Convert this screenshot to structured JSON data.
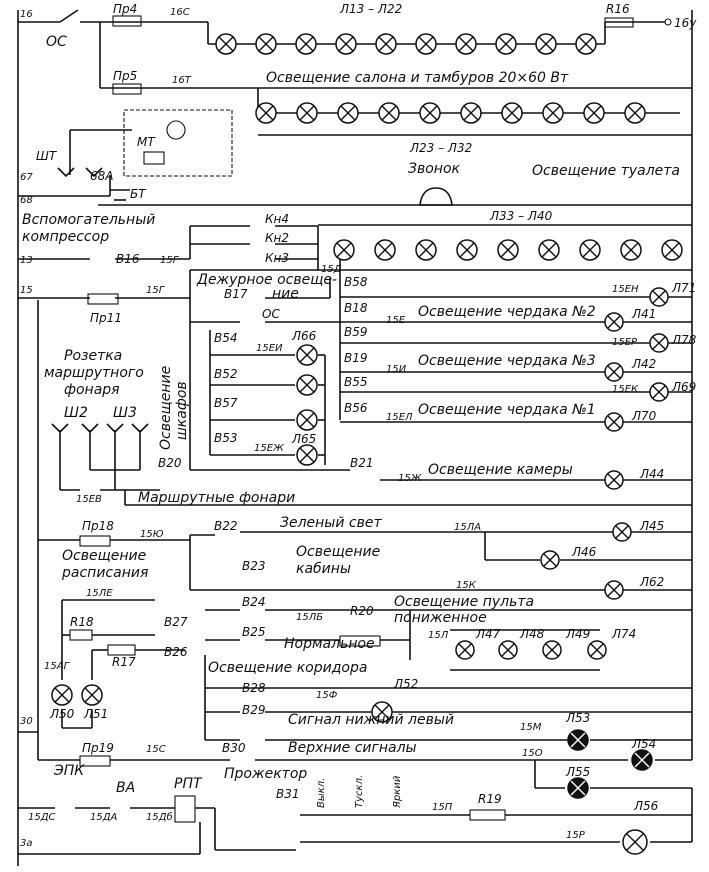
{
  "labels": {
    "t16": "16",
    "t68": "68",
    "t68b": "68",
    "t13": "13",
    "t15": "15",
    "t30": "30",
    "t3a": "3a",
    "oc": "ОС",
    "pr4": "Пр4",
    "pr5": "Пр5",
    "n16c": "16С",
    "n16t": "16Т",
    "r16": "R16",
    "n16u": "16у",
    "l13_l22": "Л13 – Л22",
    "salon": "Освещение салона и тамбуров  20×60 Вт",
    "l23_l32": "Л23 – Л32",
    "zvonok": "Звонок",
    "tualet": "Освещение туалета",
    "sht": "ШТ",
    "n67": "67",
    "n68a": "68А",
    "bt": "БТ",
    "mt": "МТ",
    "vspom1": "Вспомогательный",
    "vspom2": "компрессор",
    "kn4": "Кн4",
    "kn2": "Кн2",
    "kn3": "Кн3",
    "v16": "В16",
    "n15g": "15Г",
    "n15g2": "15Г",
    "l33_l40": "Л33 – Л40",
    "n15d": "15Д",
    "dezh1": "Дежурное освеще-",
    "dezh2": "ние",
    "v17": "В17",
    "pr11": "Пр11",
    "oc2": "ОС",
    "v58": "В58",
    "v18": "В18",
    "v59": "В59",
    "v19": "В19",
    "v55": "В55",
    "v56": "В56",
    "n15en": "15ЕН",
    "l71": "Л71",
    "n15e": "15Е",
    "cherd2": "Освещение чердака №2",
    "l41": "Л41",
    "n15er": "15ЕР",
    "l78": "Л78",
    "n15i": "15И",
    "cherd3": "Освещение чердака №3",
    "l42": "Л42",
    "n15ek": "15ЕК",
    "l69": "Л69",
    "n15el": "15ЕЛ",
    "cherd1": "Освещение чердака №1",
    "l70": "Л70",
    "roz1": "Розетка",
    "roz2": "маршрутного",
    "roz3": "фонаря",
    "sh2": "Ш2",
    "sh3": "Ш3",
    "shkaf1": "Освещение",
    "shkaf2": "шкафов",
    "v54": "В54",
    "n15ei": "15ЕИ",
    "l66": "Л66",
    "v52": "В52",
    "v57": "В57",
    "v53": "В53",
    "n15ezh": "15ЕЖ",
    "l65": "Л65",
    "v20": "В20",
    "v21": "В21",
    "n15zh": "15Ж",
    "kamera": "Освещение камеры",
    "l44": "Л44",
    "n15ev": "15ЕВ",
    "marsh": "Маршрутные фонари",
    "pr18": "Пр18",
    "n15yu": "15Ю",
    "v22": "В22",
    "zel": "Зеленый свет",
    "n15la": "15ЛА",
    "l45": "Л45",
    "rasp1": "Освещение",
    "rasp2": "расписания",
    "l46": "Л46",
    "v23": "В23",
    "kab1": "Освещение",
    "kab2": "кабины",
    "n15k": "15К",
    "l62": "Л62",
    "n15le": "15ЛЕ",
    "v24": "В24",
    "pult1": "Освещение пульта",
    "pult2": "пониженное",
    "r18": "R18",
    "v27": "В27",
    "n15lb": "15ЛБ",
    "r20": "R20",
    "v25": "В25",
    "norm": "Нормальное",
    "n15l": "15Л",
    "l47": "Л47",
    "l48": "Л48",
    "l49": "Л49",
    "l74": "Л74",
    "n15ag": "15АГ",
    "r17": "R17",
    "v26": "В26",
    "korid": "Освещение коридора",
    "v28": "В28",
    "n15f": "15Ф",
    "l52": "Л52",
    "l50": "Л50",
    "l51": "Л51",
    "v29": "В29",
    "nizh": "Сигнал нижний левый",
    "n15m": "15М",
    "l53": "Л53",
    "pr19": "Пр19",
    "n15c": "15С",
    "v30": "В30",
    "verh": "Верхние сигналы",
    "n15o": "15О",
    "l54": "Л54",
    "epk": "ЭПК",
    "proj": "Прожектор",
    "l55": "Л55",
    "vykl": "Выкл.",
    "tuskl": "Тускл.",
    "yark": "Яркий",
    "va": "ВА",
    "rpt": "РПТ",
    "v31": "В31",
    "n15p": "15П",
    "r19": "R19",
    "n15dc": "15ДС",
    "n15da": "15ДА",
    "n15db": "15Дб",
    "n15r": "15Р",
    "l56": "Л56"
  }
}
